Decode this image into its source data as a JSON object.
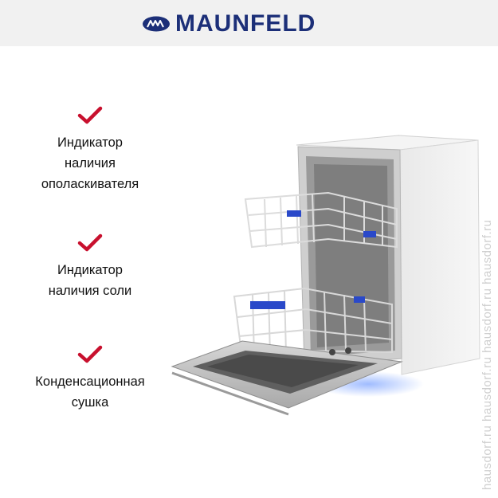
{
  "brand": {
    "name": "MAUNFELD",
    "accent_color": "#1c2f78"
  },
  "check_color": "#c8102e",
  "features": [
    {
      "icon": "checkmark-icon",
      "text": "Индикатор\nналичия\nополаскивателя"
    },
    {
      "icon": "checkmark-icon",
      "text": "Индикатор\nналичия соли"
    },
    {
      "icon": "checkmark-icon",
      "text": "Конденсационная\nсушка"
    }
  ],
  "product": {
    "icon": "dishwasher-image"
  },
  "watermark": "hausdorf.ru   hausdorf.ru   hausdorf.ru   hausdorf.ru"
}
